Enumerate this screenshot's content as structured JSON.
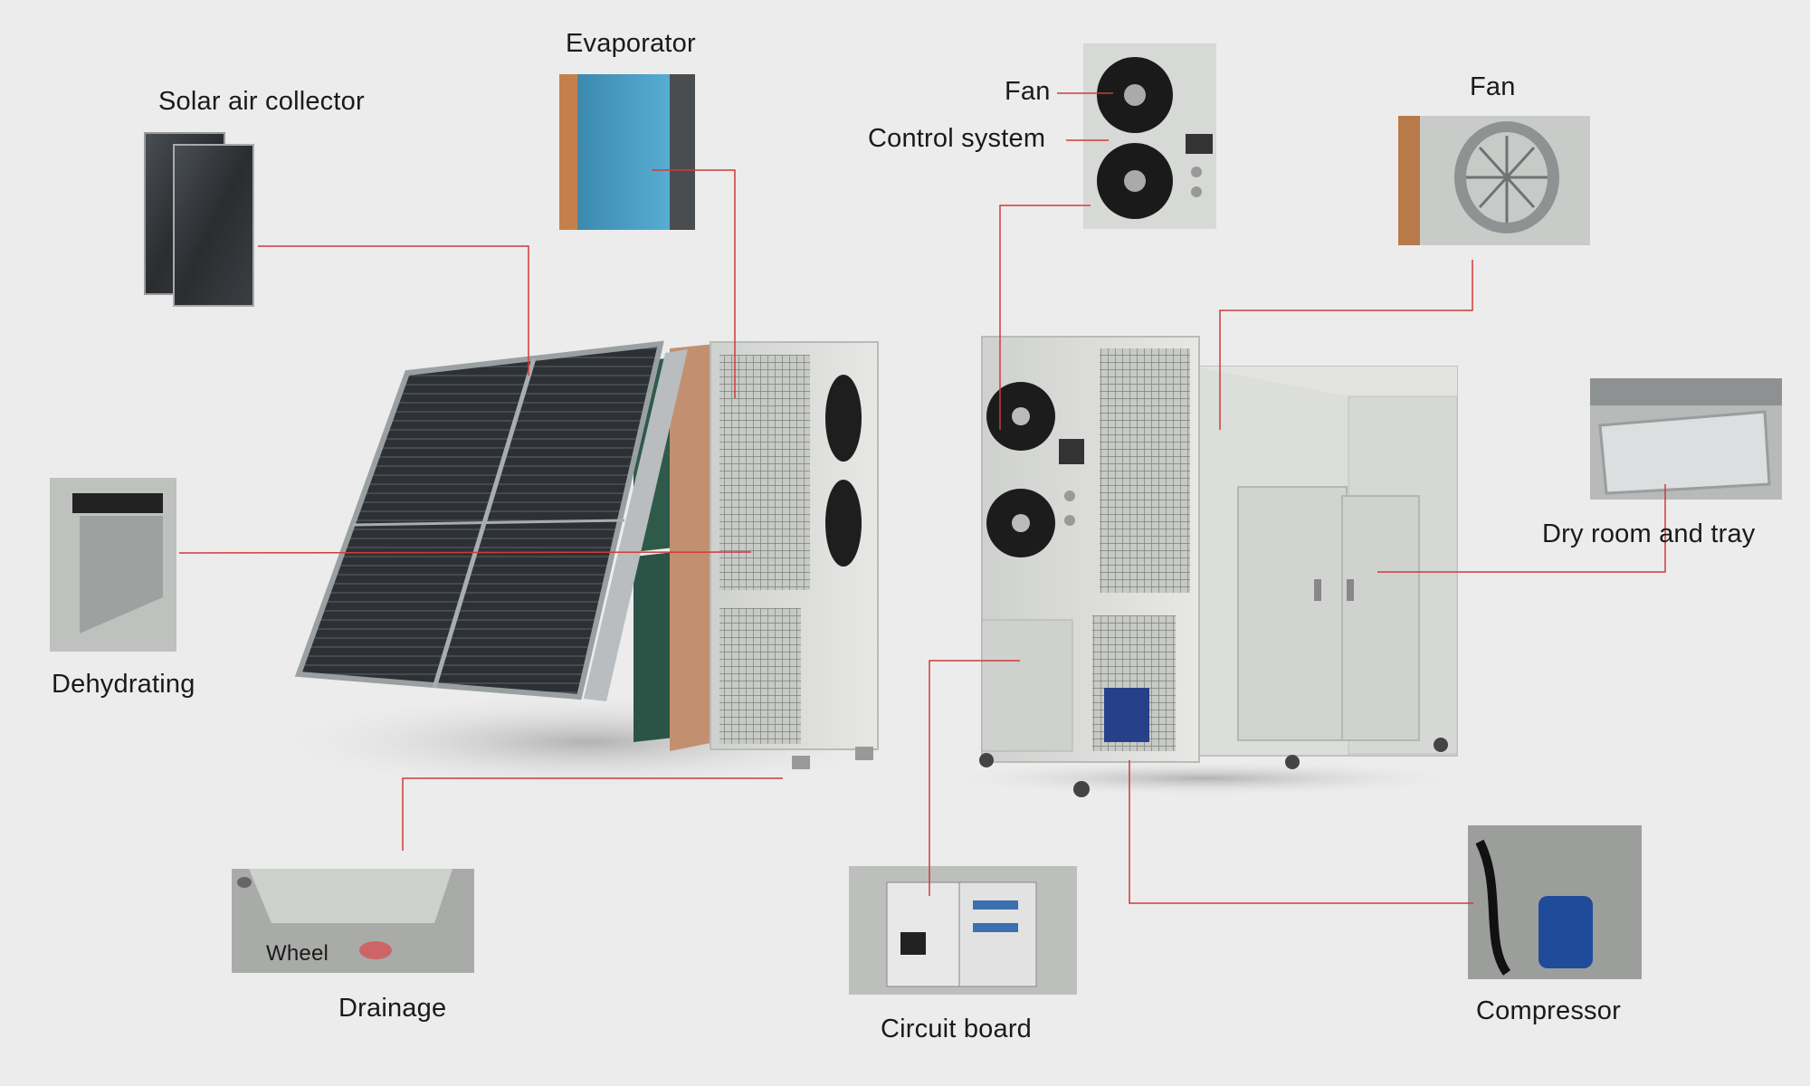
{
  "labels": {
    "evaporator": "Evaporator",
    "solar_air_collector": "Solar air collector",
    "fan_top": "Fan",
    "control_system": "Control system",
    "fan_right": "Fan",
    "dry_room_and_tray": "Dry room and tray",
    "dehydrating": "Dehydrating",
    "wheel": "Wheel",
    "drainage": "Drainage",
    "circuit_board": "Circuit board",
    "compressor": "Compressor"
  },
  "colors": {
    "background": "#ececec",
    "callout_line": "#d23a3a",
    "machine_body": "#d9dbd8",
    "solar_panel": "#2b2e31",
    "fan_blade": "#1c1c1c",
    "evaporator_fins": "#3d8fb8"
  }
}
